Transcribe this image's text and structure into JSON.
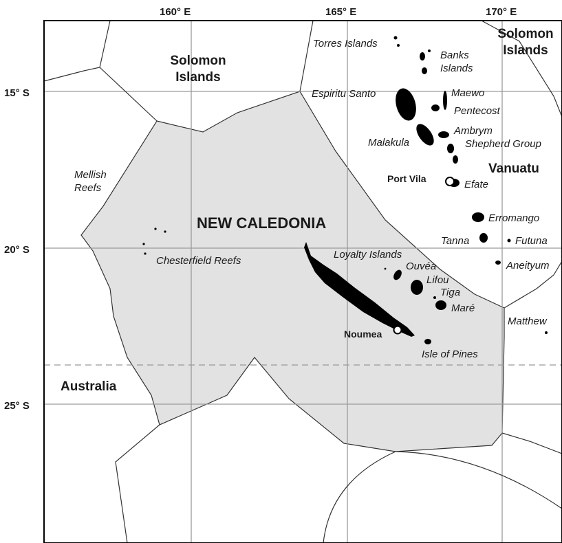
{
  "axes": {
    "lon_labels": [
      "160° E",
      "165° E",
      "170° E"
    ],
    "lat_labels": [
      "15° S",
      "20° S",
      "25° S"
    ]
  },
  "regions": {
    "solomon_left": "Solomon\nIslands",
    "solomon_right": "Solomon\nIslands",
    "vanuatu": "Vanuatu",
    "new_caledonia": "NEW CALEDONIA",
    "australia": "Australia"
  },
  "places": {
    "torres": "Torres Islands",
    "banks": "Banks\nIslands",
    "espiritu": "Espiritu Santo",
    "maewo": "Maewo",
    "pentecost": "Pentecost",
    "ambrym": "Ambrym",
    "malakula": "Malakula",
    "shepherd": "Shepherd Group",
    "port_vila": "Port Vila",
    "efate": "Efate",
    "erromango": "Erromango",
    "tanna": "Tanna",
    "futuna": "Futuna",
    "aneityum": "Aneityum",
    "mellish": "Mellish\nReefs",
    "chesterfield": "Chesterfield Reefs",
    "loyalty": "Loyalty Islands",
    "ouvea": "Ouvéa",
    "lifou": "Lifou",
    "tiga": "Tiga",
    "mare": "Maré",
    "noumea": "Noumea",
    "isle_of_pines": "Isle of Pines",
    "matthew": "Matthew"
  },
  "colors": {
    "eez_fill": "#e2e2e2",
    "grid": "#9a9a9a",
    "land": "#000000",
    "border": "#333333"
  }
}
